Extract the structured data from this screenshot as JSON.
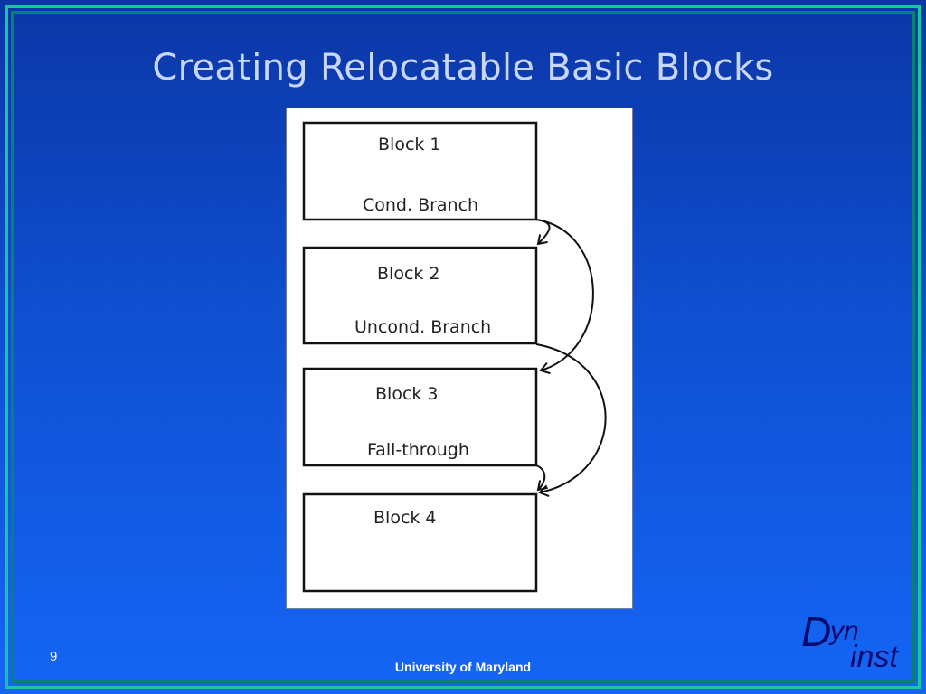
{
  "slide": {
    "title": "Creating Relocatable Basic Blocks",
    "page_number": "9",
    "footer": "University of Maryland",
    "logo": {
      "d": "D",
      "yn": "yn",
      "inst": "inst"
    }
  },
  "diagram": {
    "blocks": [
      {
        "name": "Block 1",
        "subtitle": "Cond. Branch"
      },
      {
        "name": "Block 2",
        "subtitle": "Uncond. Branch"
      },
      {
        "name": "Block 3",
        "subtitle": "Fall-through"
      },
      {
        "name": "Block 4",
        "subtitle": ""
      }
    ]
  },
  "colors": {
    "background": "#0f4fd0",
    "frame_outer": "#16c99d",
    "frame_inner": "#0a7f74",
    "title": "#c9d6ff",
    "logo": "#070a6e"
  }
}
